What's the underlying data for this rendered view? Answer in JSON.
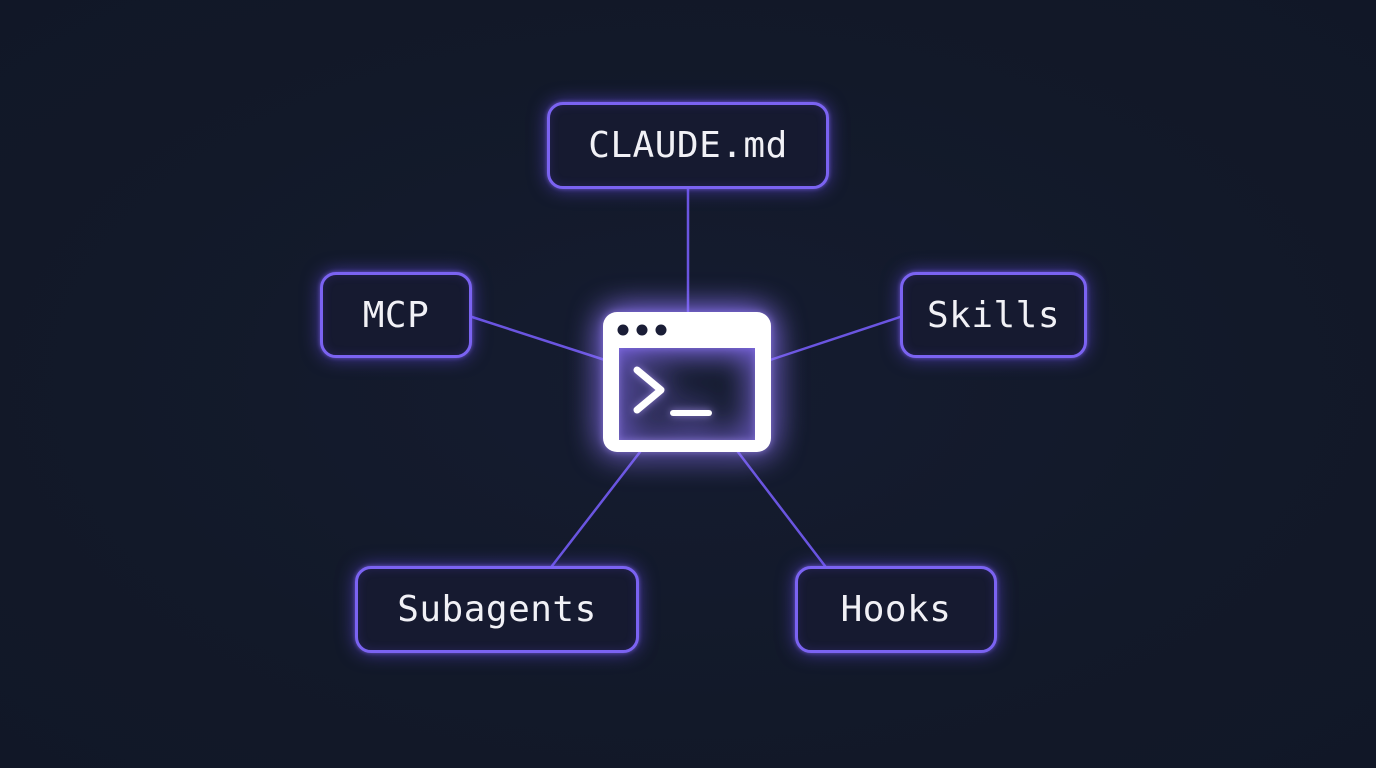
{
  "diagram": {
    "hub": {
      "icon": "terminal-window-icon"
    },
    "nodes": {
      "claude_md": {
        "label": "CLAUDE.md"
      },
      "mcp": {
        "label": "MCP"
      },
      "skills": {
        "label": "Skills"
      },
      "subagents": {
        "label": "Subagents"
      },
      "hooks": {
        "label": "Hooks"
      }
    },
    "colors": {
      "background": "#131a2c",
      "accent": "#7b63f2",
      "connector": "#6a55e0",
      "text": "#f1f1f6",
      "hub": "#ffffff"
    }
  }
}
